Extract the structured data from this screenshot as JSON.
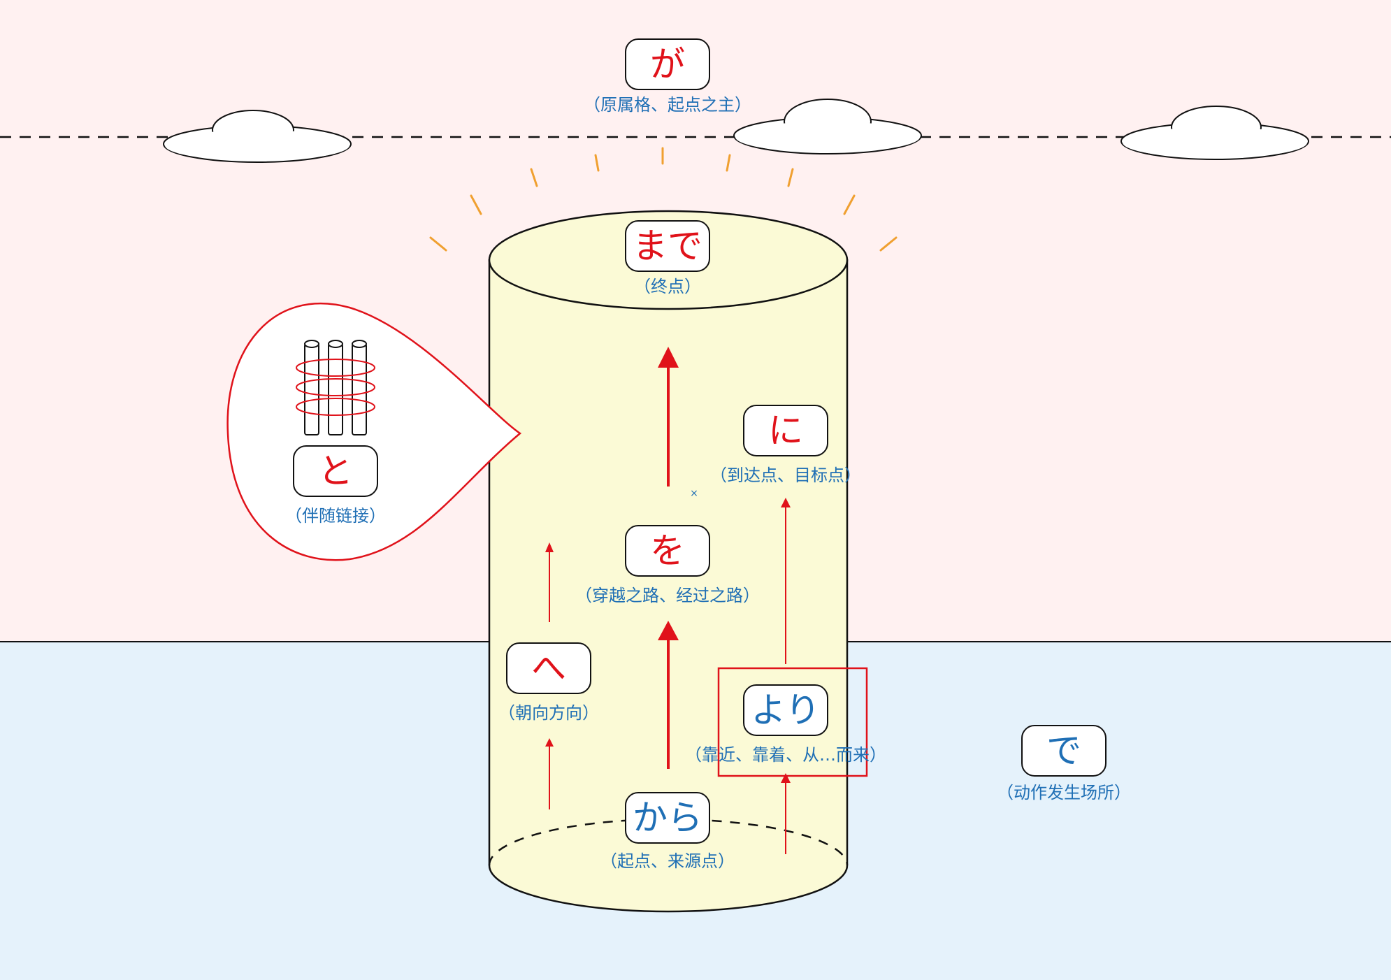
{
  "colors": {
    "sky": "#fff1f1",
    "ground": "#e5f2fb",
    "cylinder": "#fbfad6",
    "accent_red": "#e0121a",
    "accent_blue": "#1f6fb5",
    "ray": "#f0a030",
    "outline": "#111111"
  },
  "particles": [
    {
      "id": "ga",
      "char": "が",
      "gloss": "（原属格、起点之主）",
      "color": "red"
    },
    {
      "id": "made",
      "char": "まで",
      "gloss": "（终点）",
      "color": "red"
    },
    {
      "id": "ni",
      "char": "に",
      "gloss": "（到达点、目标点）",
      "color": "red"
    },
    {
      "id": "wo",
      "char": "を",
      "gloss": "（穿越之路、经过之路）",
      "color": "red"
    },
    {
      "id": "he",
      "char": "へ",
      "gloss": "（朝向方向）",
      "color": "red"
    },
    {
      "id": "yori",
      "char": "より",
      "gloss": "（靠近、靠着、从…而来）",
      "color": "blue"
    },
    {
      "id": "kara",
      "char": "から",
      "gloss": "（起点、来源点）",
      "color": "blue"
    },
    {
      "id": "de",
      "char": "で",
      "gloss": "（动作发生场所）",
      "color": "blue"
    },
    {
      "id": "to",
      "char": "と",
      "gloss": "（伴随链接）",
      "color": "red"
    }
  ],
  "small_mark": "×",
  "icons": {
    "bundle": "bound-rods-icon",
    "cloud": "cloud-icon"
  }
}
